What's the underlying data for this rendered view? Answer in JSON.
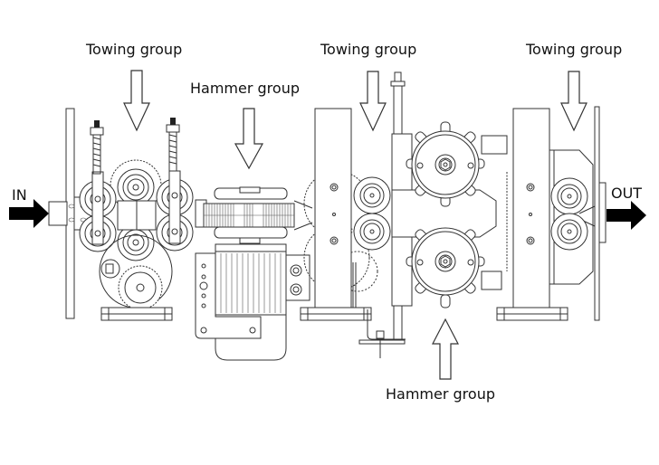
{
  "diagram": {
    "title": "",
    "labels": {
      "towing_group_1": "Towing group",
      "towing_group_2": "Towing group",
      "towing_group_3": "Towing group",
      "hammer_group_top": "Hammer group",
      "hammer_group_bottom": "Hammer group",
      "input": "IN",
      "output": "OUT"
    },
    "components": [
      {
        "id": "towing-group-1",
        "name": "Towing group",
        "arrow": "down"
      },
      {
        "id": "hammer-group-motor",
        "name": "Hammer group",
        "arrow": "down"
      },
      {
        "id": "towing-group-2",
        "name": "Towing group",
        "arrow": "down"
      },
      {
        "id": "hammer-group-rollers",
        "name": "Hammer group",
        "arrow": "up"
      },
      {
        "id": "towing-group-3",
        "name": "Towing group",
        "arrow": "down"
      }
    ],
    "flow": {
      "from": "IN",
      "to": "OUT",
      "direction": "left-to-right"
    },
    "colors": {
      "line": "#333333",
      "background": "#ffffff",
      "flow_arrow": "#000000"
    }
  }
}
